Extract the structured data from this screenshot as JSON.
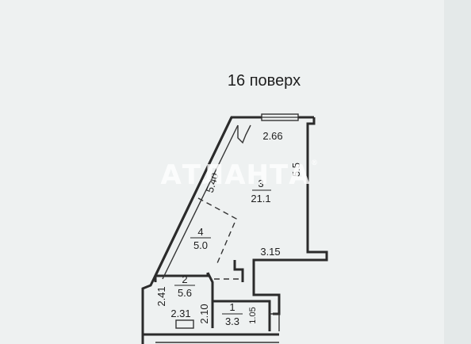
{
  "floor_label": "16 поверх",
  "watermark": "АТЛАНТА",
  "rooms": [
    {
      "number": "1",
      "area": "3.3"
    },
    {
      "number": "2",
      "area": "5.6"
    },
    {
      "number": "3",
      "area": "21.1"
    },
    {
      "number": "4",
      "area": "5.0"
    }
  ],
  "dimensions": {
    "top_width": "2.66",
    "diagonal": "5.40",
    "right_height": "5.5",
    "bottom_width": "3.15",
    "room2_height": "2.41",
    "room2_width": "2.31",
    "room2_inner": "2.10",
    "room1_height": "1.05"
  }
}
